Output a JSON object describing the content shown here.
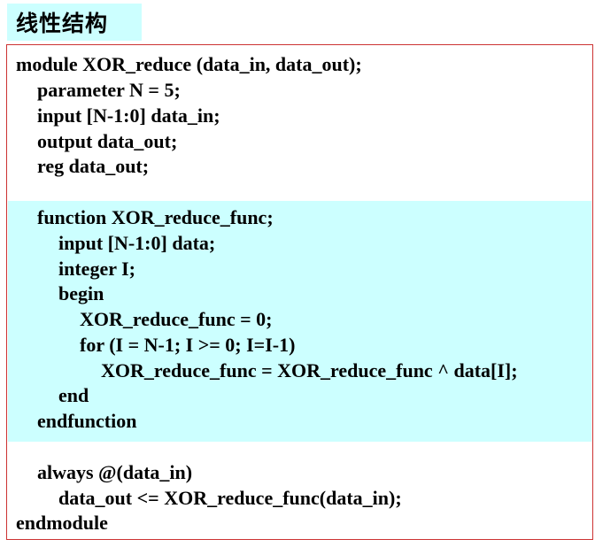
{
  "title": "线性结构",
  "code": {
    "lines": [
      "module XOR_reduce (data_in, data_out);",
      "parameter N = 5;",
      "input [N-1:0] data_in;",
      "output data_out;",
      "reg data_out;",
      "function XOR_reduce_func;",
      "input [N-1:0] data;",
      "integer I;",
      "begin",
      "XOR_reduce_func = 0;",
      "for (I = N-1; I >= 0; I=I-1)",
      "XOR_reduce_func = XOR_reduce_func ^ data[I];",
      "end",
      "endfunction",
      "always @(data_in)",
      "data_out <= XOR_reduce_func(data_in);",
      "endmodule"
    ]
  },
  "colors": {
    "highlight": "#ccffff",
    "border": "#cc3333"
  }
}
